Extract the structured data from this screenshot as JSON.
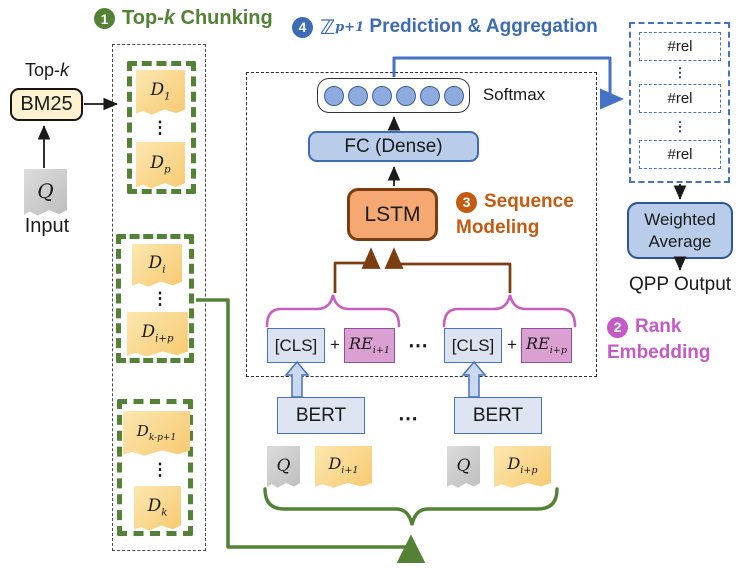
{
  "titles": {
    "step1": {
      "badge": "1",
      "pre": "Top-",
      "k": "k",
      "post": " Chunking"
    },
    "step2": {
      "badge": "2",
      "line1": "Rank",
      "line2": "Embedding"
    },
    "step3": {
      "badge": "3",
      "line1": "Sequence",
      "line2": "Modeling"
    },
    "step4": {
      "badge": "4",
      "z": "ℤ",
      "zsub": "p+1",
      "post": " Prediction & Aggregation"
    }
  },
  "left": {
    "topk_pre": "Top-",
    "topk_k": "k",
    "bm25": "BM25",
    "q": "Q",
    "input": "Input"
  },
  "chunks": [
    {
      "docs": [
        {
          "base": "D",
          "sub": "1"
        },
        {
          "base": "D",
          "sub": "p"
        }
      ]
    },
    {
      "docs": [
        {
          "base": "D",
          "sub": "i"
        },
        {
          "base": "D",
          "sub": "i+p"
        }
      ]
    },
    {
      "docs": [
        {
          "base": "D",
          "sub": "k-p+1"
        },
        {
          "base": "D",
          "sub": "k"
        }
      ]
    }
  ],
  "center": {
    "softmax": "Softmax",
    "fc": "FC (Dense)",
    "lstm": "LSTM",
    "cls": "[CLS]",
    "plus": "+",
    "re1": {
      "base": "RE",
      "sub": "i+1"
    },
    "re2": {
      "base": "RE",
      "sub": "i+p"
    },
    "bert": "BERT"
  },
  "inputs": {
    "q": "Q",
    "d1": {
      "base": "D",
      "sub": "i+1"
    },
    "d2": {
      "base": "D",
      "sub": "i+p"
    }
  },
  "right": {
    "rel": "#rel",
    "w1": "Weighted",
    "w2": "Average",
    "output": "QPP Output"
  },
  "misc": {
    "vdots": "⋮",
    "hdots": "⋯"
  },
  "colors": {
    "green": "#538135",
    "green_line": "#548235",
    "blue": "#3D6CB4",
    "dashed_blue": "#4472C4",
    "orange_label": "#C55A11",
    "pink_label": "#C45AC5",
    "brace_pink": "#C85EC0",
    "doc_orange": "#F7C96F",
    "doc_gray": "#C9C9C9",
    "bm25_fill": "#FDF3D0",
    "box_blue_fill": "#B9CCEA",
    "lstm_fill": "#F5A871",
    "lstm_border": "#7C3E10",
    "cls_fill": "#DCE2EF",
    "re_fill": "#D9A0D1"
  }
}
